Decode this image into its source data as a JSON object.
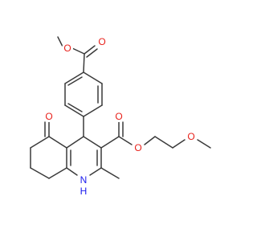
{
  "molecule": {
    "atoms": {
      "o_ketone": {
        "symbol": "O",
        "color": "#e8201a"
      },
      "o_ester_carbonyl": {
        "symbol": "O",
        "color": "#e8201a"
      },
      "o_ester_link": {
        "symbol": "O",
        "color": "#e8201a"
      },
      "o_ether": {
        "symbol": "O",
        "color": "#e8201a"
      },
      "o_aryl_carbonyl": {
        "symbol": "O",
        "color": "#e8201a"
      },
      "o_aryl_ester_link": {
        "symbol": "O",
        "color": "#e8201a"
      },
      "nh_ring": {
        "symbol": "N",
        "hydrogen": "H",
        "color": "#1a1aee"
      }
    },
    "bond_color": "#3a3a3a"
  }
}
